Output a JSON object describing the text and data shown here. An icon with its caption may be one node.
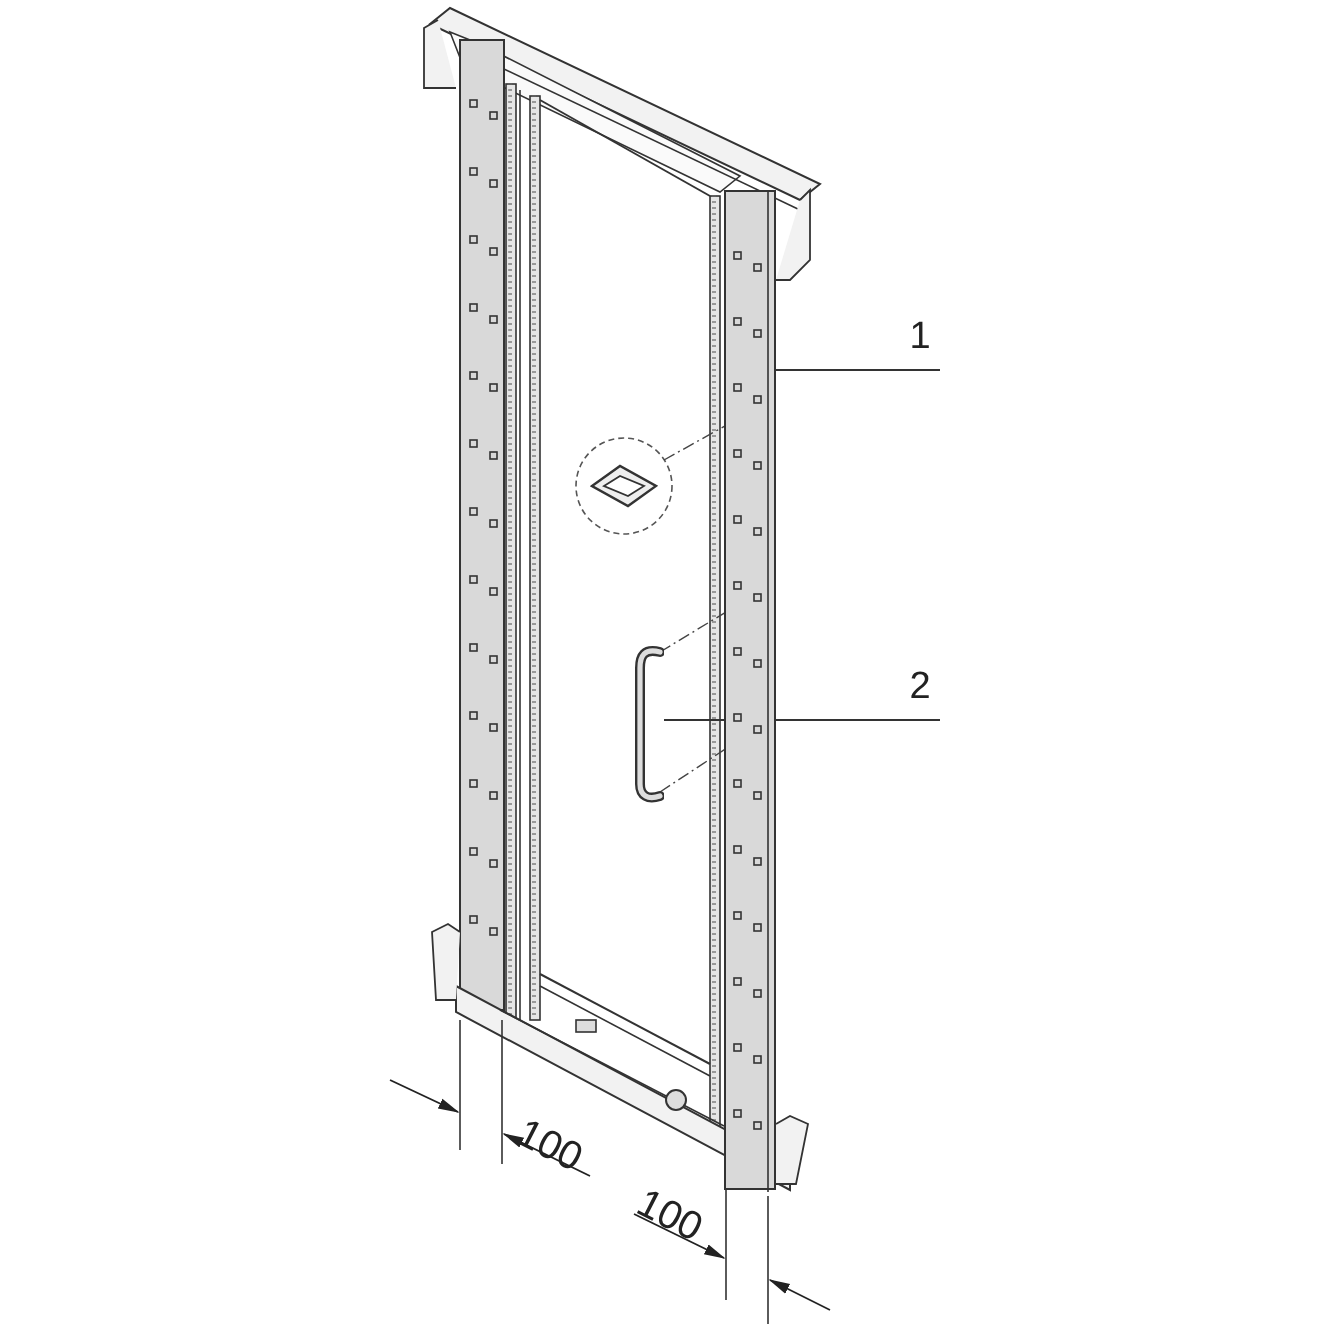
{
  "diagram": {
    "nodes": [
      {
        "text": [
          "1"
        ]
      },
      {
        "text": [],
        "shape": "bar"
      },
      {
        "text": [
          "2"
        ]
      },
      {
        "text": [],
        "shape": "picture"
      }
    ],
    "edges": [
      {
        "from": 0,
        "to": 1,
        "arrow": "none"
      },
      {
        "from": 2,
        "to": 3,
        "arrow": "none"
      }
    ],
    "labels": [
      "100",
      "100"
    ]
  }
}
